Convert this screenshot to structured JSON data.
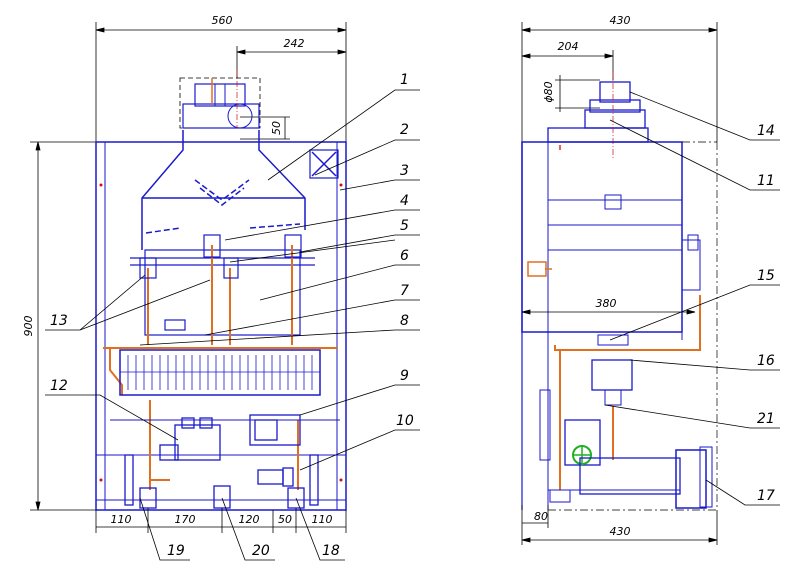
{
  "front_view": {
    "dimensions": {
      "overall_width": "560",
      "flue_offset": "242",
      "flue_height": "50",
      "overall_height": "900",
      "bottom": [
        "110",
        "170",
        "120",
        "50",
        "110"
      ]
    },
    "callouts": [
      "1",
      "2",
      "3",
      "4",
      "5",
      "6",
      "7",
      "8",
      "9",
      "10",
      "12",
      "13",
      "18",
      "19",
      "20"
    ]
  },
  "side_view": {
    "dimensions": {
      "overall_depth_top": "430",
      "flue_offset": "204",
      "flue_diameter": "ϕ80",
      "inner_width": "380",
      "bottom_left": "80",
      "overall_depth_bottom": "430"
    },
    "callouts": [
      "11",
      "14",
      "15",
      "16",
      "17",
      "21"
    ]
  },
  "colors": {
    "outline": "#1a1acc",
    "dimension": "#000000",
    "pipe": "#e07020",
    "center": "#d01010",
    "valve": "#20b020"
  }
}
